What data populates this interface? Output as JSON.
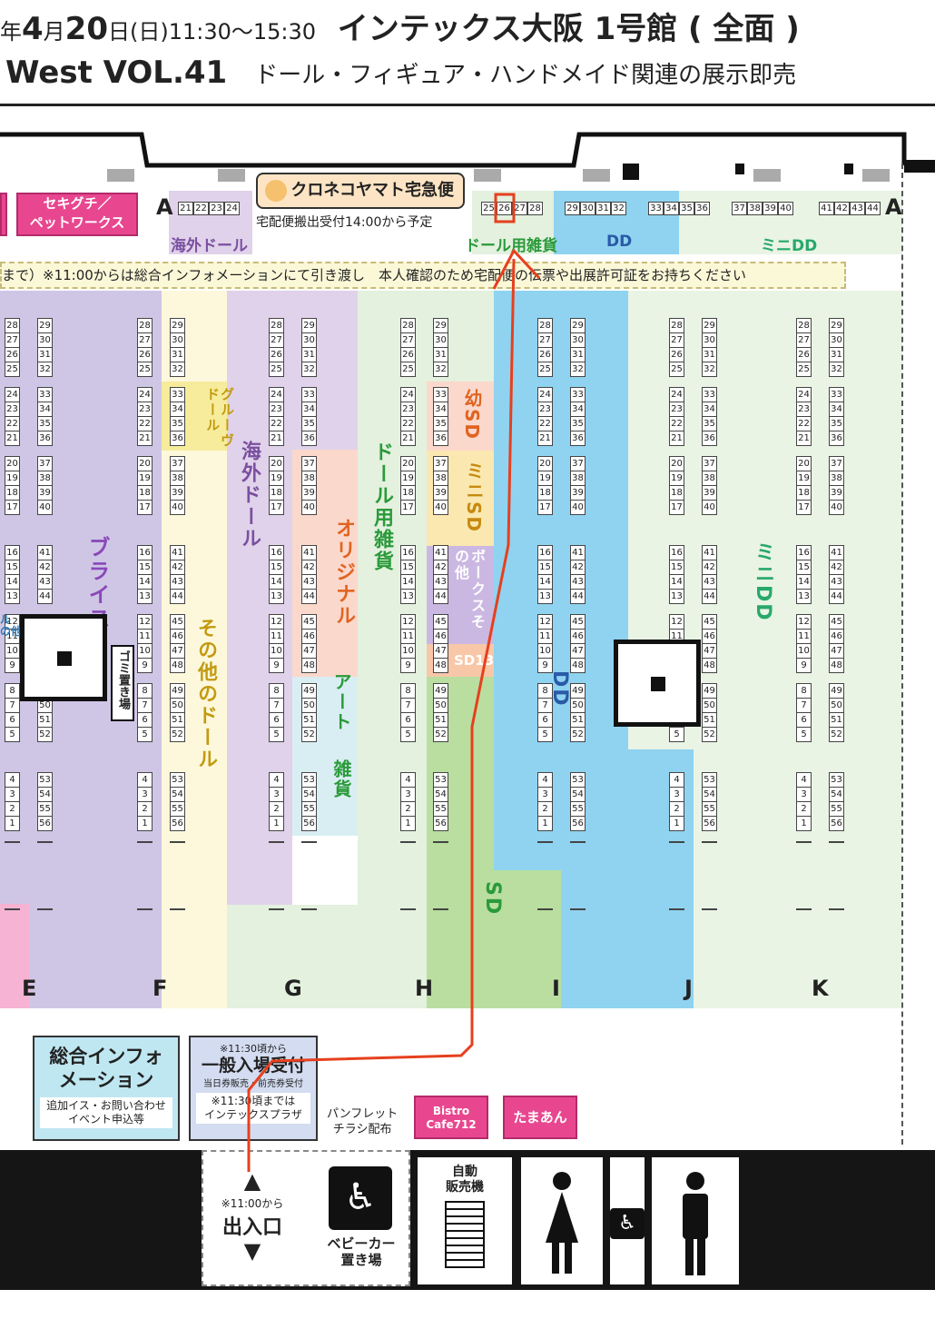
{
  "header": {
    "line1_prefix": "年",
    "month": "4",
    "month_unit": "月",
    "day": "20",
    "day_unit": "日",
    "weekday": "(日)",
    "time": "11:30〜15:30",
    "venue": "インテックス大阪 1号館 ( 全面 )",
    "event": "West VOL.41",
    "subtitle": "ドール・フィギュア・ハンドメイド関連の展示即売"
  },
  "top": {
    "yamato_label": "クロネコヤマト宅急便",
    "delivery_note": "宅配便搬出受付14:00から予定",
    "row_a_left": "A",
    "row_a_right": "A",
    "sekiguchi": "セキグチ／\nペットワークス",
    "notice": "まで）※11:00からは総合インフォメーションにて引き渡し　本人確認のため宅配便の伝票や出展許可証をお持ちください",
    "top_groups": [
      {
        "booths": [
          "21",
          "22",
          "23",
          "24"
        ]
      },
      {
        "booths": [
          "25",
          "26",
          "27",
          "28"
        ]
      },
      {
        "booths": [
          "29",
          "30",
          "31",
          "32"
        ]
      },
      {
        "booths": [
          "33",
          "34",
          "35",
          "36"
        ]
      },
      {
        "booths": [
          "37",
          "38",
          "39",
          "40"
        ]
      },
      {
        "booths": [
          "41",
          "42",
          "43",
          "44"
        ]
      }
    ],
    "cat_kaigai": "海外ドール",
    "cat_zakka": "ドール用雑貨",
    "cat_dd": "DD",
    "cat_minidd": "ミニDD"
  },
  "categories": {
    "blythe": "ブライス",
    "groove": "グルーヴドール",
    "other_doll": "その他のドール",
    "kaigai": "海外ドール",
    "original": "オリジナル",
    "art": "アート",
    "zakka": "雑貨",
    "doll_zakka": "ドール用雑貨",
    "yo_sd": "幼SD",
    "mini_sd": "ミニSD",
    "box_other": "ボークスその他",
    "sd13": "SD13",
    "sd": "SD",
    "dd": "DD",
    "mini_dd": "ミニDD",
    "left_misc": "ル\nの他",
    "trash": "ゴミ置き場"
  },
  "row_letters": [
    "E",
    "F",
    "G",
    "H",
    "I",
    "J",
    "K"
  ],
  "rows": [
    {
      "col": [
        "28",
        "27",
        "26",
        "25",
        "24",
        "23",
        "22",
        "21",
        "20",
        "19",
        "18",
        "17",
        "16",
        "15",
        "14",
        "13",
        "12",
        "11",
        "10",
        "9",
        "8",
        "7",
        "6",
        "5",
        "4",
        "3",
        "2",
        "1"
      ]
    },
    {
      "col": [
        "29",
        "30",
        "31",
        "32",
        "33",
        "34",
        "35",
        "36",
        "37",
        "38",
        "39",
        "40",
        "41",
        "42",
        "43",
        "44",
        "45",
        "46",
        "47",
        "48",
        "49",
        "50",
        "51",
        "52",
        "53",
        "54",
        "55",
        "56"
      ]
    }
  ],
  "bottom": {
    "info_title": "総合インフォメーション",
    "info_sub": "追加イス・お問い合わせ\nイベント申込等",
    "reg_note": "※11:30頃から",
    "reg_title": "一般入場受付",
    "reg_sub": "当日券販売・前売券受付",
    "reg_note2": "※11:30頃までは\nインテックスプラザ",
    "pamphlet": "パンフレット\nチラシ配布",
    "bistro": "Bistro\nCafe712",
    "tamaan": "たまあん",
    "entrance_note": "※11:00から",
    "entrance": "出入口",
    "stroller": "ベビーカー\n置き場",
    "vending": "自動\n販売機"
  },
  "colors": {
    "lavender": "#cfc6e6",
    "light_purple": "#e0d2ea",
    "cream": "#fdf8dc",
    "peach": "#fbd8cc",
    "light_cyan": "#d9eef2",
    "light_green": "#e3f1de",
    "green": "#b9dea0",
    "blue": "#8fd3f0",
    "pale_green": "#e9f4e4",
    "route": "#e6401e"
  }
}
